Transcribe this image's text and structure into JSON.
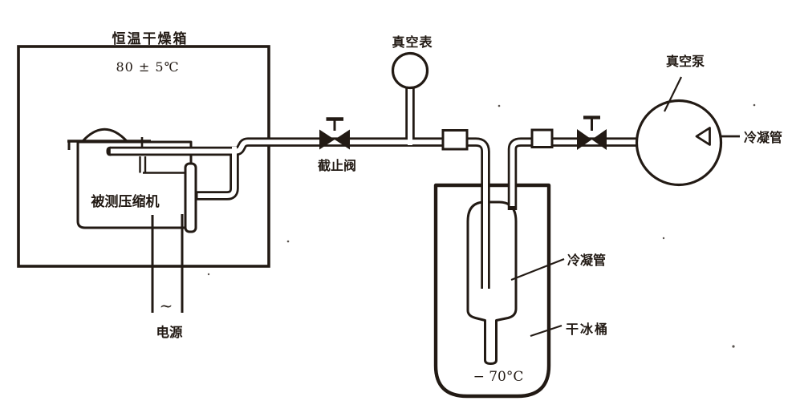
{
  "diagram": {
    "oven": {
      "label": "恒温干燥箱",
      "temperature": "80 ± 5℃"
    },
    "compressor": {
      "label": "被测压缩机"
    },
    "power": {
      "ac_symbol": "~",
      "label": "电源"
    },
    "stop_valve": {
      "label": "截止阀"
    },
    "vacuum_gauge": {
      "label": "真空表"
    },
    "vacuum_pump": {
      "label": "真空泵"
    },
    "pump_outlet_condenser": {
      "label": "冷凝管"
    },
    "immersed_condenser": {
      "label": "冷凝管"
    },
    "dry_ice_bucket": {
      "label": "干冰桶",
      "temperature": "− 70°C"
    }
  },
  "colors": {
    "ink": "#221a14",
    "paper": "#ffffff"
  }
}
